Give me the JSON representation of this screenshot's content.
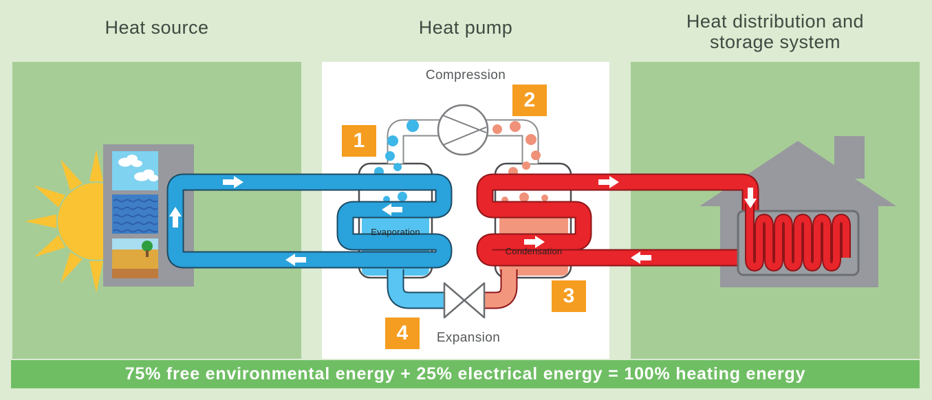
{
  "sections": {
    "heat_source": {
      "title": "Heat source",
      "icons": [
        "sun-icon",
        "collector-panel",
        "air-source-tile",
        "water-source-tile",
        "ground-source-tile",
        "cold-pipe-loop"
      ]
    },
    "heat_pump": {
      "title": "Heat pump",
      "process_labels": {
        "compression": "Compression",
        "evaporation": "Evaporation",
        "condensation": "Condensation",
        "expansion": "Expansion"
      },
      "steps": [
        "1",
        "2",
        "3",
        "4"
      ],
      "icons": [
        "compressor-icon",
        "evaporator-vessel",
        "condenser-vessel",
        "expansion-valve-icon"
      ]
    },
    "heat_distribution": {
      "title_line1": "Heat distribution and",
      "title_line2": "storage system",
      "icons": [
        "house-icon",
        "radiator-icon",
        "hot-pipe-loop"
      ]
    }
  },
  "banner": {
    "text": "75% free environmental energy + 25% electrical energy = 100% heating energy"
  },
  "colors": {
    "background": "#dcebd2",
    "panel_green": "#a7cd96",
    "banner_green": "#6fbe64",
    "heading_text": "#3f4a41",
    "step_badge_orange": "#f59d20",
    "cold_pipe_blue": "#2aa2db",
    "cold_refrigerant_blue": "#58c5f2",
    "hot_pipe_red": "#e8252a",
    "hot_refrigerant_salmon": "#f2977e",
    "structure_gray": "#97999e",
    "sun_yellow": "#f9c334"
  }
}
